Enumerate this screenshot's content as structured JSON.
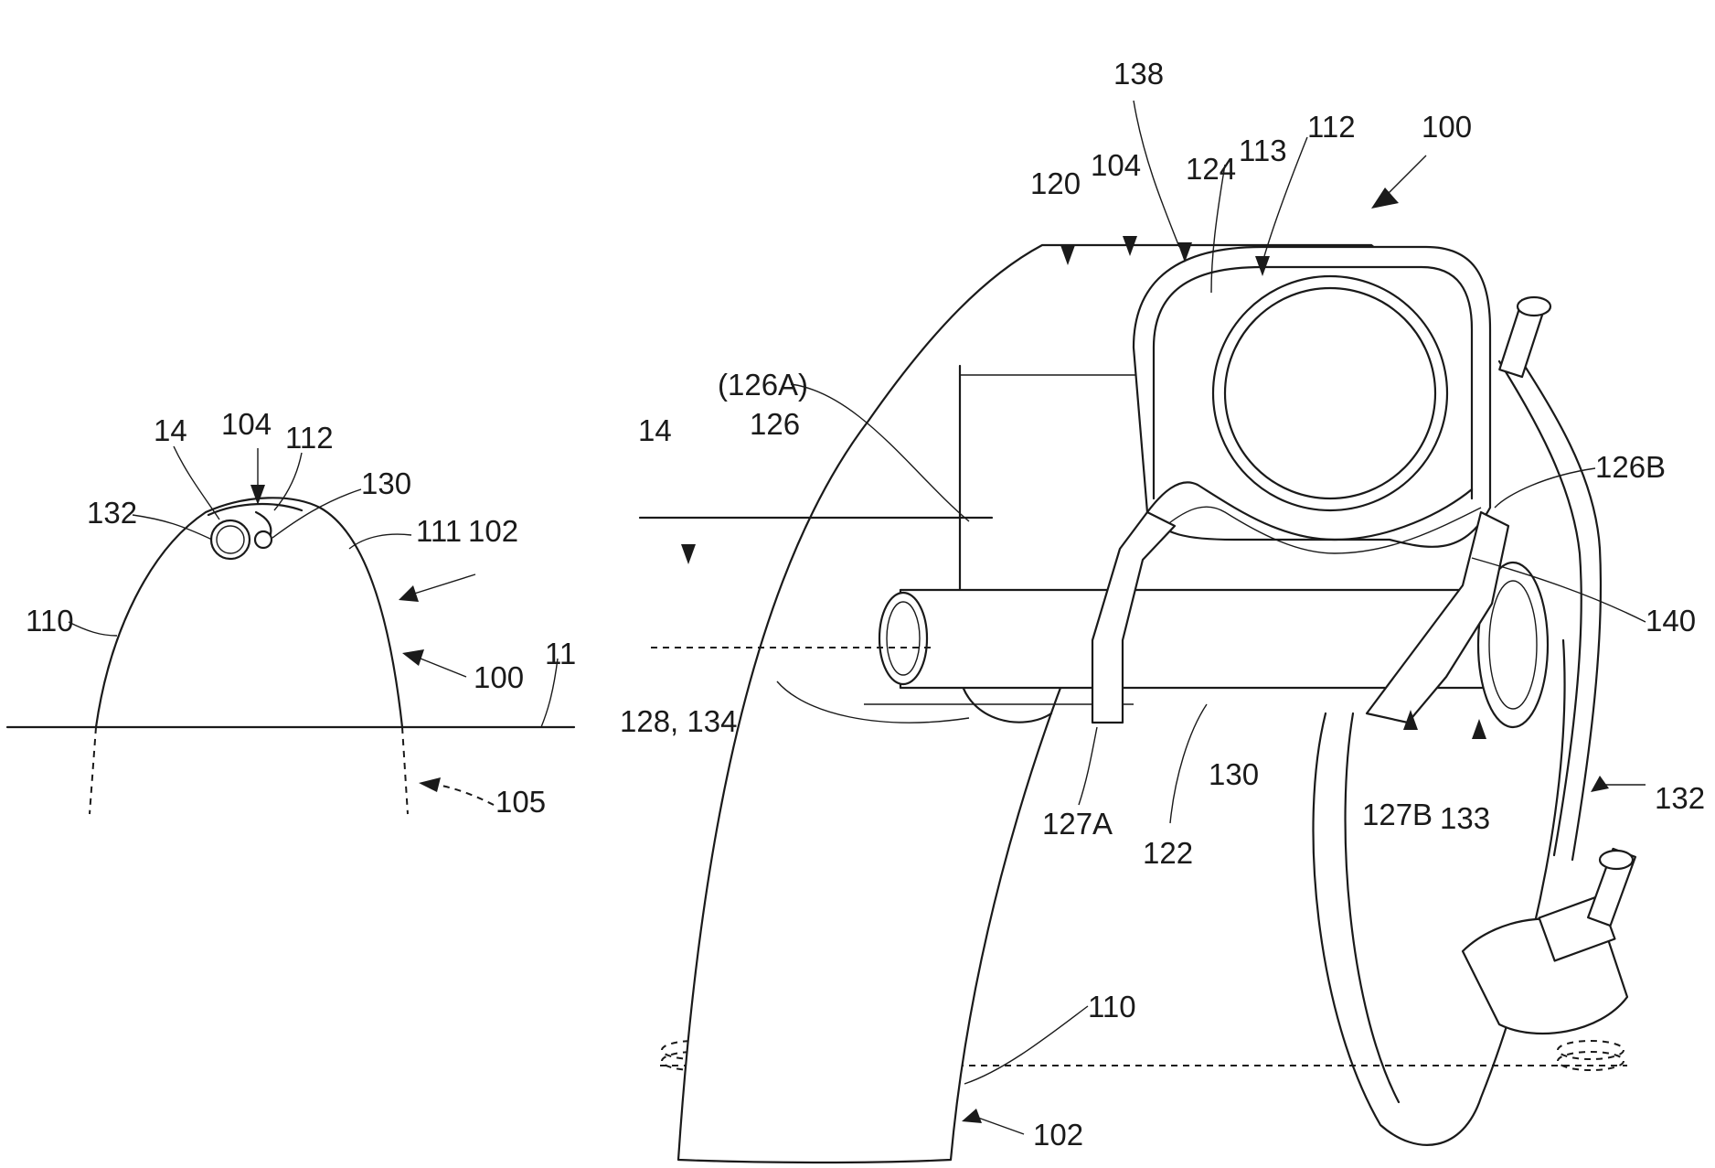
{
  "left_view": {
    "labels": {
      "l14": "14",
      "l104": "104",
      "l112": "112",
      "l130": "130",
      "l132": "132",
      "l111": "111",
      "l102": "102",
      "l110": "110",
      "l100": "100",
      "l11": "11",
      "l105": "105"
    }
  },
  "right_view": {
    "labels": {
      "l138": "138",
      "l100": "100",
      "l112": "112",
      "l113": "113",
      "l124": "124",
      "l104": "104",
      "l120": "120",
      "l126a": "(126A)",
      "l126": "126",
      "l14": "14",
      "l126b": "126B",
      "l140": "140",
      "l128_134": "128, 134",
      "l130": "130",
      "l127a": "127A",
      "l122": "122",
      "l127b": "127B",
      "l133": "133",
      "l132": "132",
      "l110": "110",
      "l102": "102"
    }
  }
}
